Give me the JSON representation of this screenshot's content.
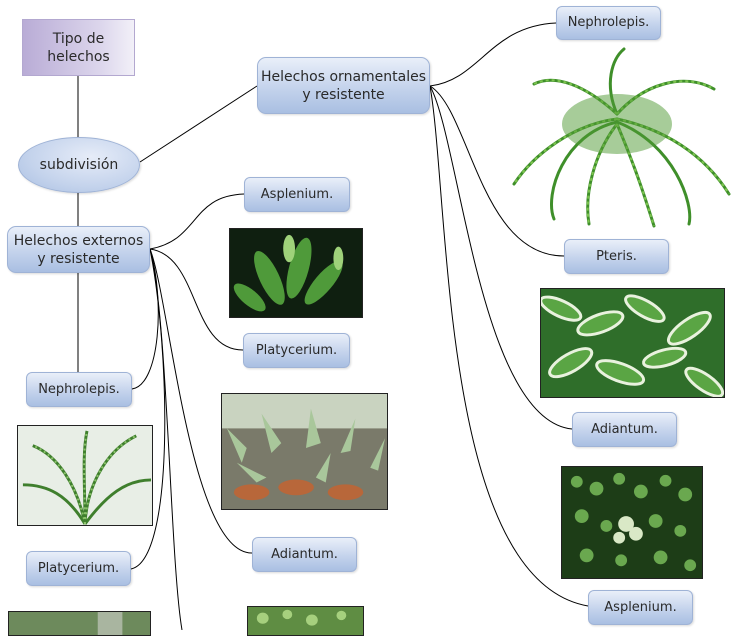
{
  "root": {
    "label": "Tipo de\nhelechos"
  },
  "subdivision": {
    "label": "subdivisión"
  },
  "branches": {
    "ornamental": {
      "label": "Helechos ornamentales\ny resistente",
      "children": [
        "Nephrolepis.",
        "Pteris.",
        "Adiantum.",
        "Asplenium."
      ]
    },
    "external": {
      "label": "Helechos externos\ny resistente",
      "children": [
        "Asplenium.",
        "Platycerium.",
        "Adiantum."
      ]
    },
    "trunk": {
      "children": [
        "Nephrolepis.",
        "Platycerium."
      ]
    }
  },
  "images": {
    "nephrolepis_large": "fern-photo-icon",
    "pteris": "variegated-leaf-photo-icon",
    "adiantum_right": "maidenhair-fern-photo-icon",
    "asplenium_small": "birds-nest-fern-photo-icon",
    "platycerium_pots": "staghorn-fern-photo-icon",
    "nephrolepis_small": "sword-fern-photo-icon"
  },
  "colors": {
    "node_fill": "#c4d3ec",
    "node_border": "#9fb3d6",
    "root_fill": "#b9acd6",
    "connector": "#000000"
  }
}
